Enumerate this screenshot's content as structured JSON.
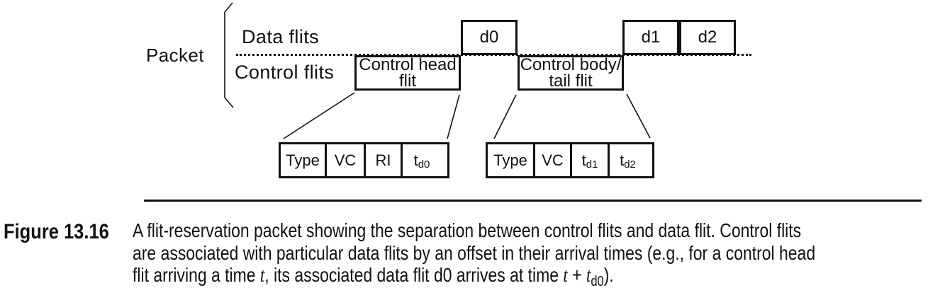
{
  "figure": {
    "packet_label": "Packet",
    "row_labels": {
      "data": "Data flits",
      "control": "Control flits"
    },
    "timeline_boxes": {
      "control_head": {
        "line1": "Control head",
        "line2": "flit"
      },
      "d0": "d0",
      "control_body": {
        "line1": "Control body/",
        "line2": "tail flit"
      },
      "d1": "d1",
      "d2": "d2"
    },
    "head_flit_fields": {
      "f0": "Type",
      "f1": "VC",
      "f2": "RI",
      "f3": {
        "base": "t",
        "sub": "d0"
      }
    },
    "body_flit_fields": {
      "f0": "Type",
      "f1": "VC",
      "f2": {
        "base": "t",
        "sub": "d1"
      },
      "f3": {
        "base": "t",
        "sub": "d2"
      }
    }
  },
  "caption": {
    "label": "Figure 13.16",
    "line1": "A flit-reservation packet showing the separation between control flits and data flit. Control flits",
    "line2": "are associated with particular data flits by an offset in their arrival times (e.g., for a control head",
    "line3": {
      "seg1": "flit arriving a time ",
      "var1": "t",
      "seg2": ", its associated data flit d0 arrives at time ",
      "var2": "t",
      "op": " + ",
      "var3": "t",
      "sub": "d0",
      "seg3": ")."
    }
  },
  "colors": {
    "ink": "#111111",
    "background": "#ffffff"
  }
}
